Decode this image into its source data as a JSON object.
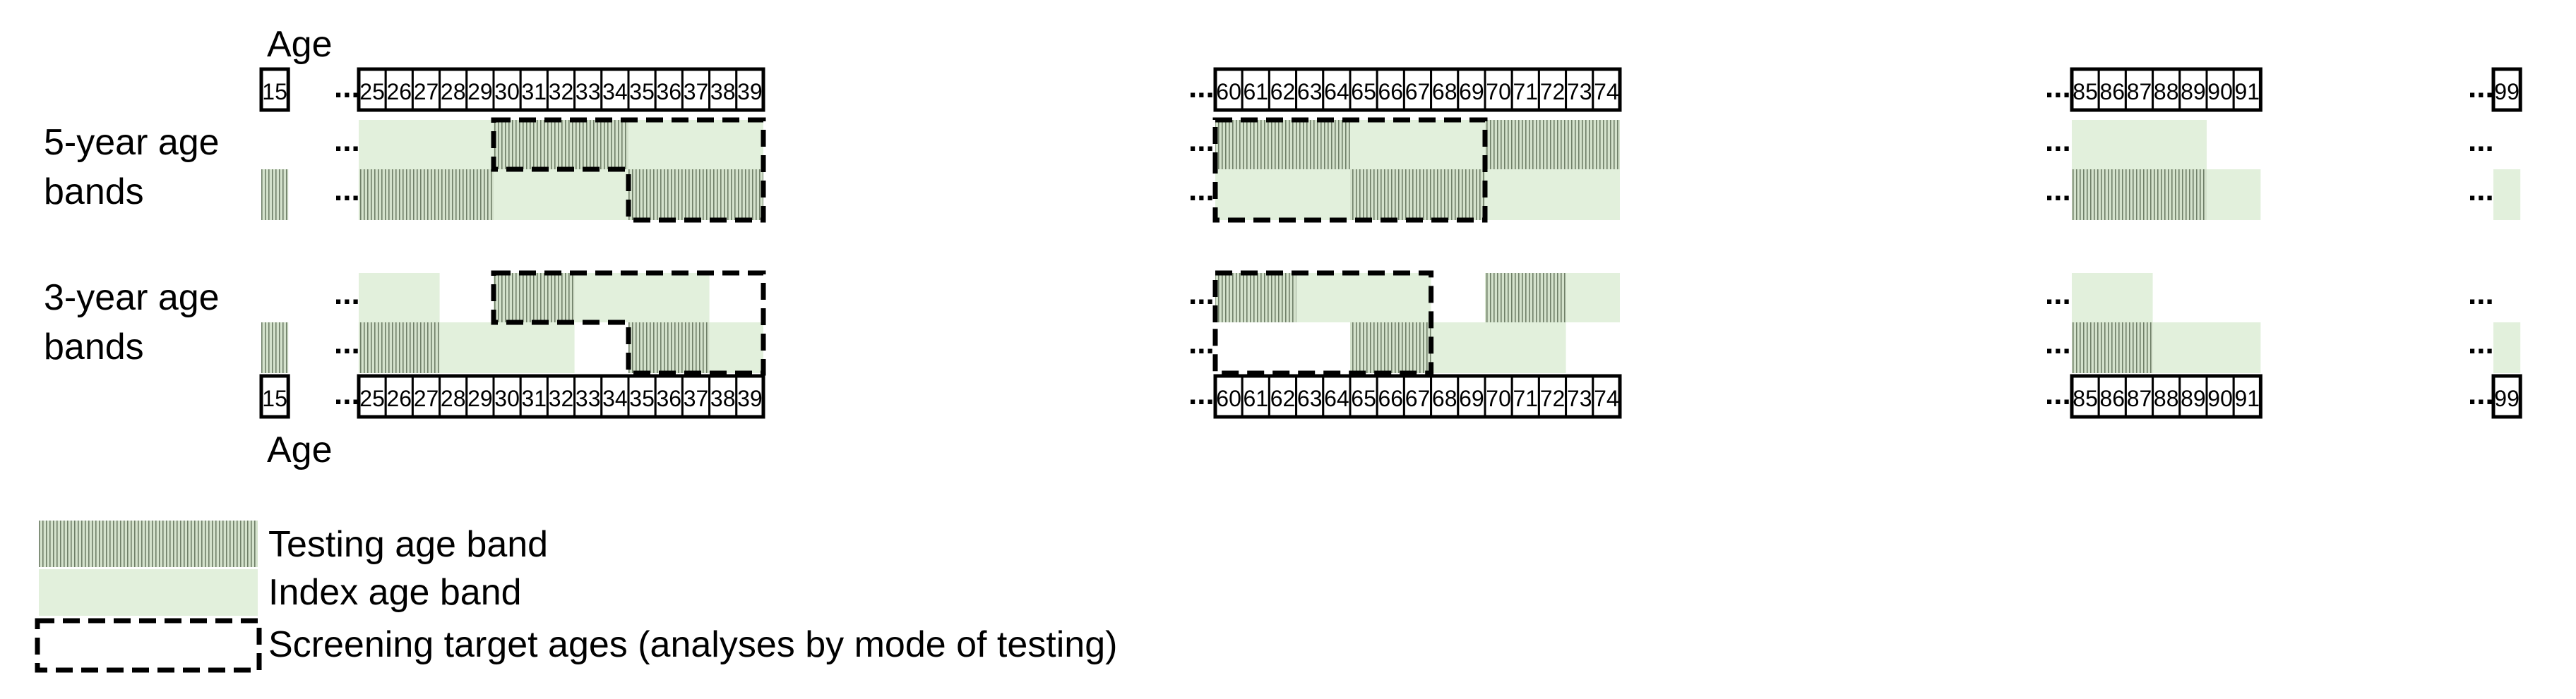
{
  "axis": {
    "label": "Age",
    "segments": [
      [
        15
      ],
      [
        25,
        26,
        27,
        28,
        29,
        30,
        31,
        32,
        33,
        34,
        35,
        36,
        37,
        38,
        39
      ],
      [
        60,
        61,
        62,
        63,
        64,
        65,
        66,
        67,
        68,
        69,
        70,
        71,
        72,
        73,
        74
      ],
      [
        85,
        86,
        87,
        88,
        89,
        90,
        91
      ],
      [
        99
      ]
    ],
    "gap_marker": "..."
  },
  "rows": {
    "five_year": {
      "label_line1": "5-year age",
      "label_line2": "bands"
    },
    "three_year": {
      "label_line1": "3-year age",
      "label_line2": "bands"
    }
  },
  "legend": {
    "testing": "Testing age band",
    "index": "Index age band",
    "target": "Screening target ages (analyses by mode of testing)"
  },
  "colors": {
    "index_fill": "#e2f0dc",
    "testing_fill": "#d4e2cc",
    "testing_stripe": "#6f7f68",
    "border": "#000000"
  },
  "bands": {
    "five_year_top": [
      {
        "from": 25,
        "to": 29,
        "kind": "index"
      },
      {
        "from": 30,
        "to": 34,
        "kind": "testing"
      },
      {
        "from": 35,
        "to": 39,
        "kind": "index"
      },
      {
        "from": 60,
        "to": 64,
        "kind": "testing"
      },
      {
        "from": 65,
        "to": 69,
        "kind": "index"
      },
      {
        "from": 70,
        "to": 74,
        "kind": "testing"
      },
      {
        "from": 85,
        "to": 89,
        "kind": "index"
      }
    ],
    "five_year_bottom": [
      {
        "from": 15,
        "to": 15,
        "kind": "testing"
      },
      {
        "from": 25,
        "to": 29,
        "kind": "testing"
      },
      {
        "from": 30,
        "to": 34,
        "kind": "index"
      },
      {
        "from": 35,
        "to": 39,
        "kind": "testing"
      },
      {
        "from": 60,
        "to": 64,
        "kind": "index"
      },
      {
        "from": 65,
        "to": 69,
        "kind": "testing"
      },
      {
        "from": 70,
        "to": 74,
        "kind": "index"
      },
      {
        "from": 85,
        "to": 89,
        "kind": "testing"
      },
      {
        "from": 90,
        "to": 91,
        "kind": "index"
      },
      {
        "from": 99,
        "to": 99,
        "kind": "index"
      }
    ],
    "three_year_top": [
      {
        "from": 25,
        "to": 27,
        "kind": "index"
      },
      {
        "from": 30,
        "to": 32,
        "kind": "testing"
      },
      {
        "from": 33,
        "to": 37,
        "kind": "index"
      },
      {
        "from": 60,
        "to": 62,
        "kind": "testing"
      },
      {
        "from": 63,
        "to": 67,
        "kind": "index"
      },
      {
        "from": 70,
        "to": 72,
        "kind": "testing"
      },
      {
        "from": 73,
        "to": 74,
        "kind": "index"
      },
      {
        "from": 85,
        "to": 87,
        "kind": "index"
      }
    ],
    "three_year_bottom": [
      {
        "from": 15,
        "to": 15,
        "kind": "testing"
      },
      {
        "from": 25,
        "to": 27,
        "kind": "testing"
      },
      {
        "from": 28,
        "to": 32,
        "kind": "index"
      },
      {
        "from": 35,
        "to": 37,
        "kind": "testing"
      },
      {
        "from": 38,
        "to": 39,
        "kind": "index"
      },
      {
        "from": 65,
        "to": 67,
        "kind": "testing"
      },
      {
        "from": 68,
        "to": 72,
        "kind": "index"
      },
      {
        "from": 85,
        "to": 87,
        "kind": "testing"
      },
      {
        "from": 88,
        "to": 91,
        "kind": "index"
      },
      {
        "from": 99,
        "to": 99,
        "kind": "index"
      }
    ]
  },
  "targets": {
    "five_year": [
      {
        "top_from": 30,
        "top_to": 39,
        "bottom_from": 35,
        "bottom_to": 39
      },
      {
        "top_from": 60,
        "top_to": 69,
        "bottom_from": 60,
        "bottom_to": 64
      }
    ],
    "three_year": [
      {
        "top_from": 30,
        "top_to": 39,
        "bottom_from": 35,
        "bottom_to": 39
      },
      {
        "top_from": 60,
        "top_to": 67,
        "bottom_from": 60,
        "bottom_to": 64
      }
    ]
  }
}
